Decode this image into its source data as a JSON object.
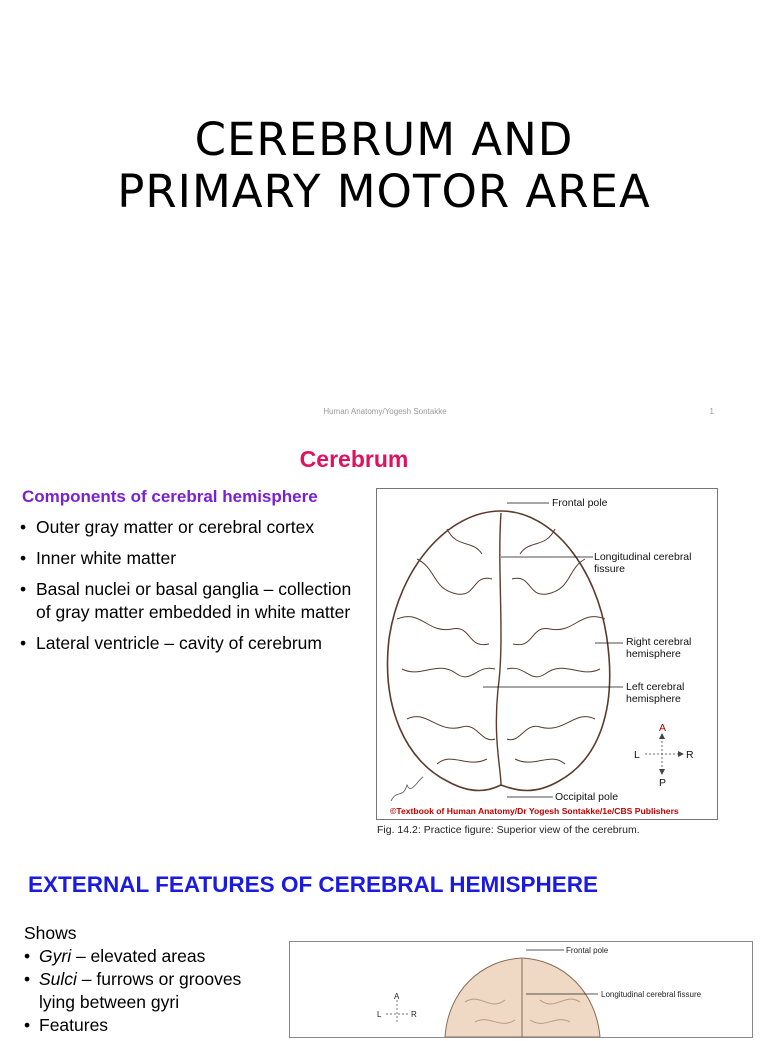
{
  "slide1": {
    "title_line1": "CEREBRUM AND",
    "title_line2": "PRIMARY MOTOR AREA",
    "footer": "Human Anatomy/Yogesh Sontakke",
    "page_number": "1"
  },
  "slide2": {
    "title": "Cerebrum",
    "subtitle": "Components of cerebral hemisphere",
    "bullet_glyph": "•",
    "bullets": [
      "Outer gray matter or cerebral cortex",
      "Inner white matter",
      "Basal nuclei or basal ganglia – collection of gray matter embedded in white matter",
      "Lateral ventricle – cavity of cerebrum"
    ],
    "figure": {
      "labels": {
        "frontal_pole": "Frontal pole",
        "longitudinal_1": "Longitudinal cerebral",
        "longitudinal_2": "fissure",
        "right_1": "Right cerebral",
        "right_2": "hemisphere",
        "left_1": "Left cerebral",
        "left_2": "hemisphere",
        "occipital_pole": "Occipital pole",
        "compass_a": "A",
        "compass_l": "L",
        "compass_r": "R",
        "compass_p": "P"
      },
      "copyright": "©Textbook of Human Anatomy/Dr Yogesh Sontakke/1e/CBS Publishers",
      "caption": "Fig. 14.2: Practice figure: Superior view of the cerebrum.",
      "colors": {
        "copyright": "#c00000",
        "outline": "#5a3b2e"
      }
    },
    "colors": {
      "title": "#e0115f",
      "subtitle": "#7a1fd6"
    }
  },
  "slide3": {
    "title": "EXTERNAL FEATURES OF CEREBRAL HEMISPHERE",
    "intro": "Shows",
    "items": [
      {
        "term": "Gyri",
        "desc": " – elevated areas"
      },
      {
        "term": "Sulci",
        "desc": " – furrows or grooves"
      }
    ],
    "continuation": "lying between gyri",
    "partial_item": "Features",
    "figure": {
      "frontal_pole": "Frontal pole",
      "longitudinal": "Longitudinal cerebral fissure",
      "compass_a": "A",
      "compass_l": "L",
      "compass_r": "R"
    },
    "colors": {
      "title": "#1a1ae0",
      "brain_fill": "#efd9c4"
    }
  }
}
